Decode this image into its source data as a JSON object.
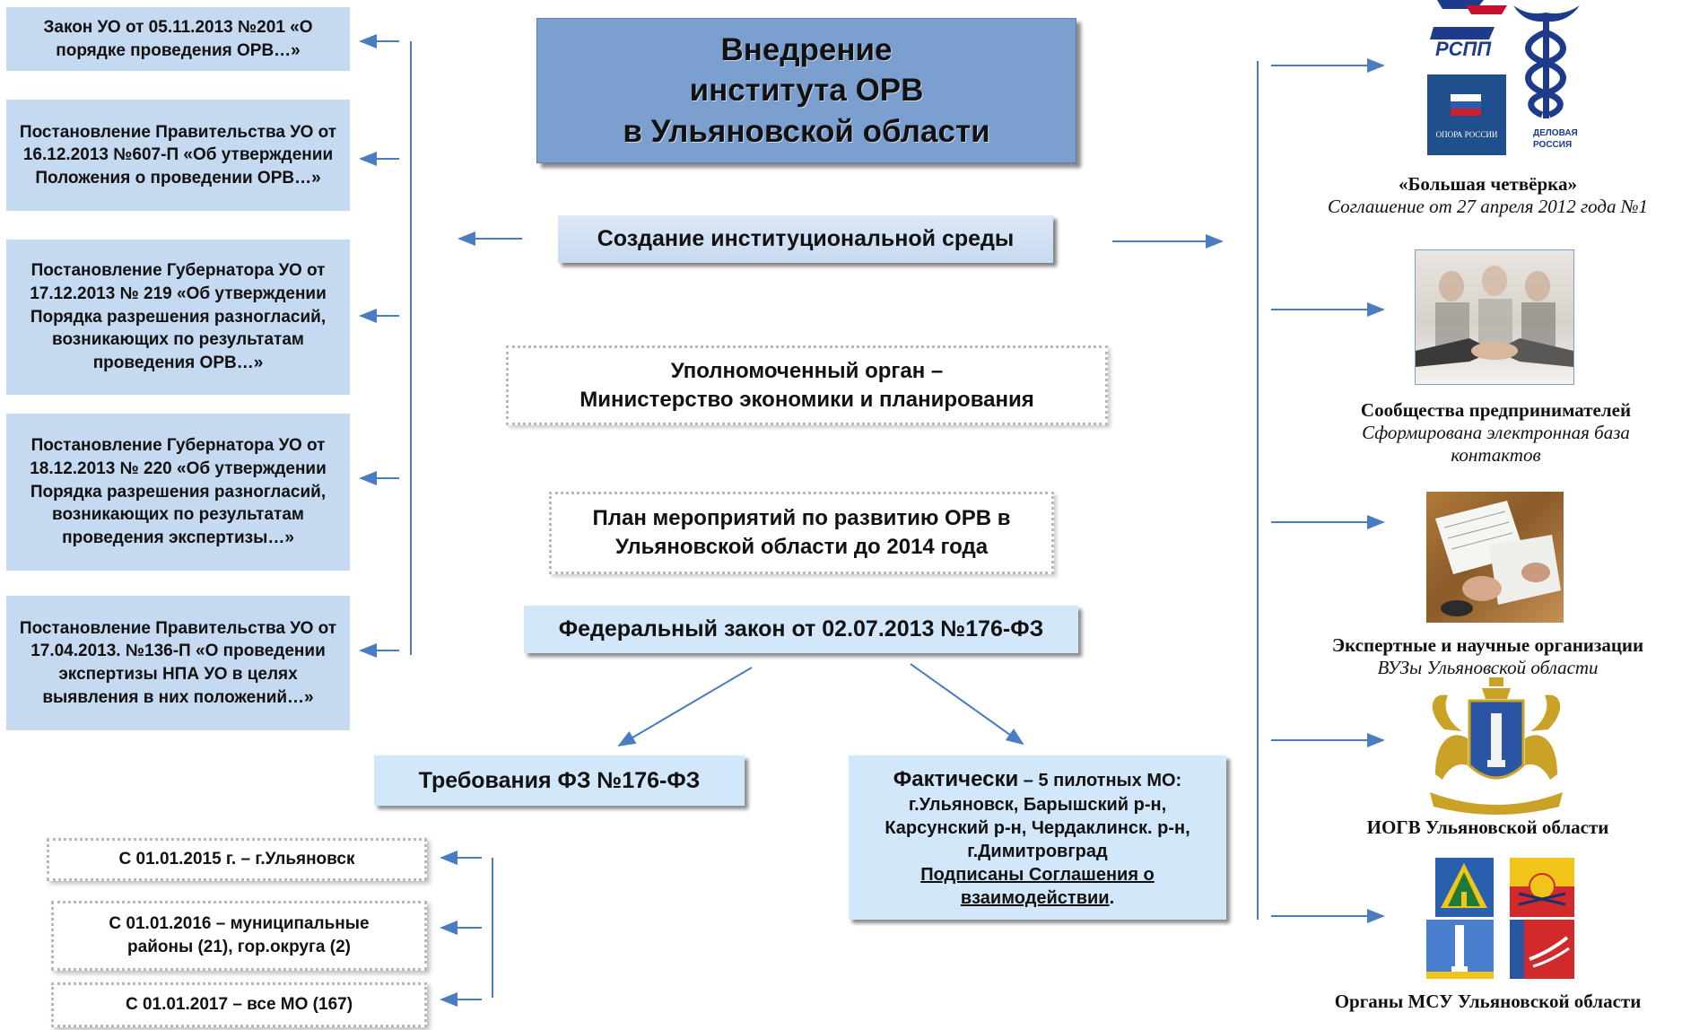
{
  "title": {
    "line1": "Внедрение",
    "line2": "института ОРВ",
    "line3": "в Ульяновской области"
  },
  "center": {
    "institutional": "Создание институциональной среды",
    "authorized_line1": "Уполномоченный орган –",
    "authorized_line2": "Министерство экономики и планирования",
    "plan_line1": "План мероприятий по развитию ОРВ в",
    "plan_line2": "Ульяновской области до 2014 года",
    "federal_law": "Федеральный закон от 02.07.2013 №176-ФЗ"
  },
  "laws": [
    {
      "text": "Закон УО от 05.11.2013 №201 «О порядке проведения ОРВ…»"
    },
    {
      "text": "Постановление Правительства УО от 16.12.2013 №607-П «Об утверждении Положения о проведении ОРВ…»"
    },
    {
      "text": "Постановление Губернатора УО от 17.12.2013 № 219 «Об утверждении Порядка разрешения разногласий, возникающих по результатам проведения ОРВ…»"
    },
    {
      "text": "Постановление Губернатора УО от 18.12.2013 № 220 «Об утверждении Порядка разрешения разногласий, возникающих по результатам проведения экспертизы…»"
    },
    {
      "text": "Постановление Правительства УО от 17.04.2013. №136-П «О проведении экспертизы НПА УО в целях выявления в них положений…»"
    }
  ],
  "requirements": {
    "title": "Требования ФЗ №176-ФЗ",
    "items": [
      {
        "text": "С 01.01.2015 г. – г.Ульяновск"
      },
      {
        "text": "С 01.01.2016 – муниципальные районы (21), гор.округа (2)"
      },
      {
        "text": "С 01.01.2017 – все МО (167)"
      }
    ]
  },
  "actual": {
    "lead": "Фактически",
    "lead_rest": " – 5 пилотных МО:",
    "line2": "г.Ульяновск, Барышский р-н,",
    "line3": "Карсунский р-н, Чердаклинск. р-н,",
    "line4": "г.Димитровград",
    "link_line1": "Подписаны Соглашения о",
    "link_line2": "взаимодействии",
    "link_tail": "."
  },
  "partners": [
    {
      "bold": "«Большая четвёрка»",
      "italic": "Соглашение от 27 апреля 2012 года №1"
    },
    {
      "bold": "Сообщества предпринимателей",
      "italic": "Сформирована электронная база контактов"
    },
    {
      "bold": "Экспертные и научные организации",
      "italic": "ВУЗы Ульяновской области"
    },
    {
      "bold": "ИОГВ  Ульяновской области",
      "italic": ""
    },
    {
      "bold": "Органы МСУ Ульяновской области",
      "italic": ""
    }
  ],
  "logos": {
    "rspp": "РСПП",
    "opora": "ОПОРА РОССИИ",
    "delovaya_1": "ДЕЛОВАЯ",
    "delovaya_2": "РОССИЯ"
  },
  "colors": {
    "title_bg": "#7b9fcf",
    "law_bg": "#c5d9f1",
    "arrow": "#4a7cc0"
  }
}
